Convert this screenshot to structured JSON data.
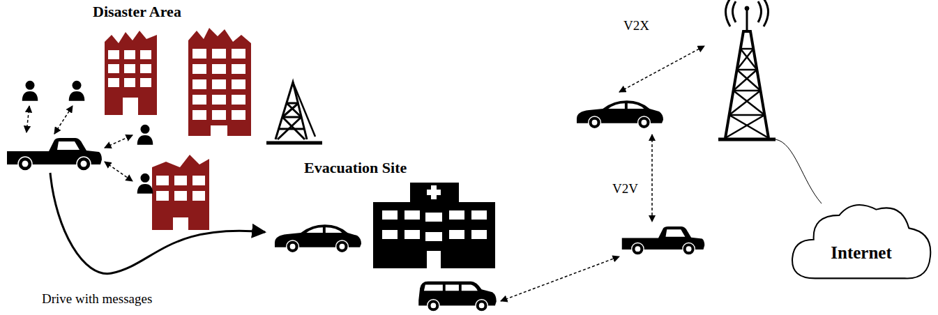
{
  "diagram": {
    "nodes": [
      {
        "text": [
          "Evacuation Site"
        ]
      },
      {
        "text": [
          "Internet"
        ]
      }
    ],
    "labels": [
      "Disaster Area",
      "V2X",
      "V2V",
      "Drive with messages"
    ]
  }
}
